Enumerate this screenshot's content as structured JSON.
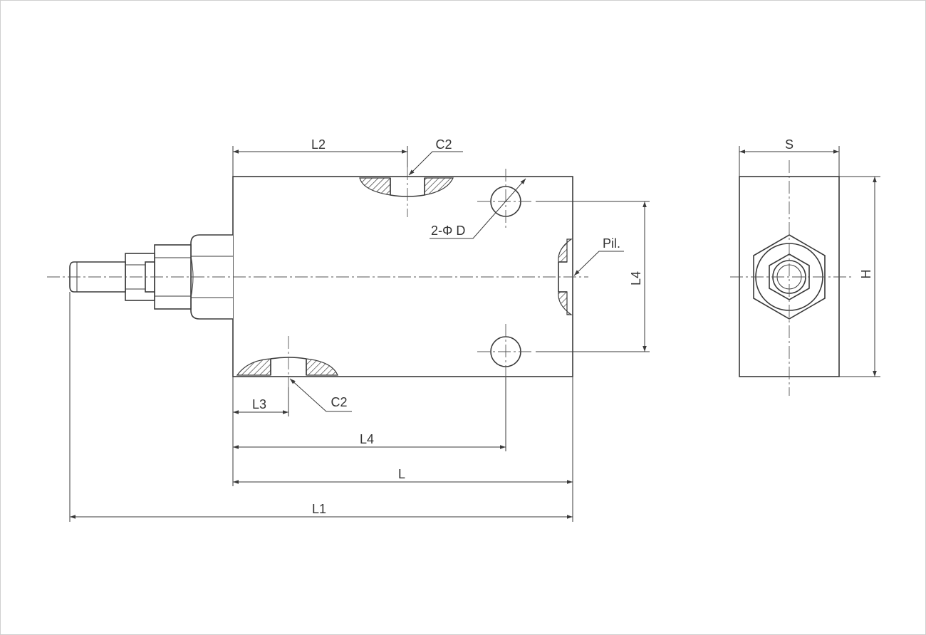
{
  "labels": {
    "L2": "L2",
    "C2_top": "C2",
    "D": "2-Φ D",
    "Pil": "Pil.",
    "L4_vertical": "L4",
    "L3": "L3",
    "C2_bottom": "C2",
    "L4_horizontal": "L4",
    "L": "L",
    "L1": "L1",
    "S": "S",
    "H": "H"
  },
  "colors": {
    "line": "#3a3a3a",
    "text": "#333333",
    "border": "#cfcfcf"
  }
}
